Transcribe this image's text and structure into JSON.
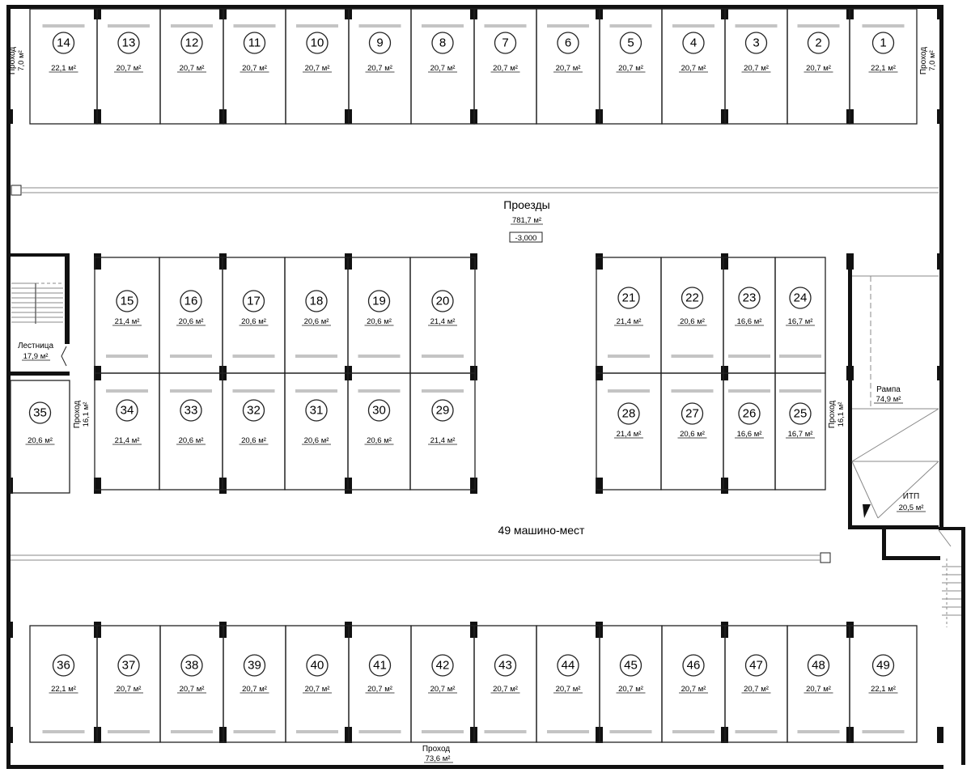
{
  "plan": {
    "title_total": "49 машино-мест",
    "drive": {
      "label": "Проезды",
      "area": "781,7 м²",
      "level": "-3,000"
    },
    "stair": {
      "label": "Лестница",
      "area": "17,9 м²"
    },
    "ramp": {
      "label": "Рампа",
      "area": "74,9 м²"
    },
    "itp": {
      "label": "ИТП",
      "area": "20,5 м²"
    },
    "passage_top_left": {
      "label": "Проход",
      "area": "7,0 м²"
    },
    "passage_top_right": {
      "label": "Проход",
      "area": "7,0 м²"
    },
    "passage_left": {
      "label": "Проход",
      "area": "16,1 м²"
    },
    "passage_right": {
      "label": "Проход",
      "area": "16,1 м²"
    },
    "passage_bottom": {
      "label": "Проход",
      "area": "73,6 м²"
    }
  },
  "spaces": {
    "row_top": [
      {
        "num": "14",
        "area": "22,1 м²"
      },
      {
        "num": "13",
        "area": "20,7 м²"
      },
      {
        "num": "12",
        "area": "20,7 м²"
      },
      {
        "num": "11",
        "area": "20,7 м²"
      },
      {
        "num": "10",
        "area": "20,7 м²"
      },
      {
        "num": "9",
        "area": "20,7 м²"
      },
      {
        "num": "8",
        "area": "20,7 м²"
      },
      {
        "num": "7",
        "area": "20,7 м²"
      },
      {
        "num": "6",
        "area": "20,7 м²"
      },
      {
        "num": "5",
        "area": "20,7 м²"
      },
      {
        "num": "4",
        "area": "20,7 м²"
      },
      {
        "num": "3",
        "area": "20,7 м²"
      },
      {
        "num": "2",
        "area": "20,7 м²"
      },
      {
        "num": "1",
        "area": "22,1 м²"
      }
    ],
    "mid_left_upper": [
      {
        "num": "15",
        "area": "21,4 м²"
      },
      {
        "num": "16",
        "area": "20,6 м²"
      },
      {
        "num": "17",
        "area": "20,6 м²"
      },
      {
        "num": "18",
        "area": "20,6 м²"
      },
      {
        "num": "19",
        "area": "20,6 м²"
      },
      {
        "num": "20",
        "area": "21,4 м²"
      }
    ],
    "mid_left_lower": [
      {
        "num": "34",
        "area": "21,4 м²"
      },
      {
        "num": "33",
        "area": "20,6 м²"
      },
      {
        "num": "32",
        "area": "20,6 м²"
      },
      {
        "num": "31",
        "area": "20,6 м²"
      },
      {
        "num": "30",
        "area": "20,6 м²"
      },
      {
        "num": "29",
        "area": "21,4 м²"
      }
    ],
    "mid_right_upper": [
      {
        "num": "21",
        "area": "21,4 м²"
      },
      {
        "num": "22",
        "area": "20,6 м²"
      },
      {
        "num": "23",
        "area": "16,6 м²"
      },
      {
        "num": "24",
        "area": "16,7 м²"
      }
    ],
    "mid_right_lower": [
      {
        "num": "28",
        "area": "21,4 м²"
      },
      {
        "num": "27",
        "area": "20,6 м²"
      },
      {
        "num": "26",
        "area": "16,6 м²"
      },
      {
        "num": "25",
        "area": "16,7 м²"
      }
    ],
    "side_left": [
      {
        "num": "35",
        "area": "20,6 м²"
      }
    ],
    "row_bottom": [
      {
        "num": "36",
        "area": "22,1 м²"
      },
      {
        "num": "37",
        "area": "20,7 м²"
      },
      {
        "num": "38",
        "area": "20,7 м²"
      },
      {
        "num": "39",
        "area": "20,7 м²"
      },
      {
        "num": "40",
        "area": "20,7 м²"
      },
      {
        "num": "41",
        "area": "20,7 м²"
      },
      {
        "num": "42",
        "area": "20,7 м²"
      },
      {
        "num": "43",
        "area": "20,7 м²"
      },
      {
        "num": "44",
        "area": "20,7 м²"
      },
      {
        "num": "45",
        "area": "20,7 м²"
      },
      {
        "num": "46",
        "area": "20,7 м²"
      },
      {
        "num": "47",
        "area": "20,7 м²"
      },
      {
        "num": "48",
        "area": "20,7 м²"
      },
      {
        "num": "49",
        "area": "22,1 м²"
      }
    ]
  }
}
